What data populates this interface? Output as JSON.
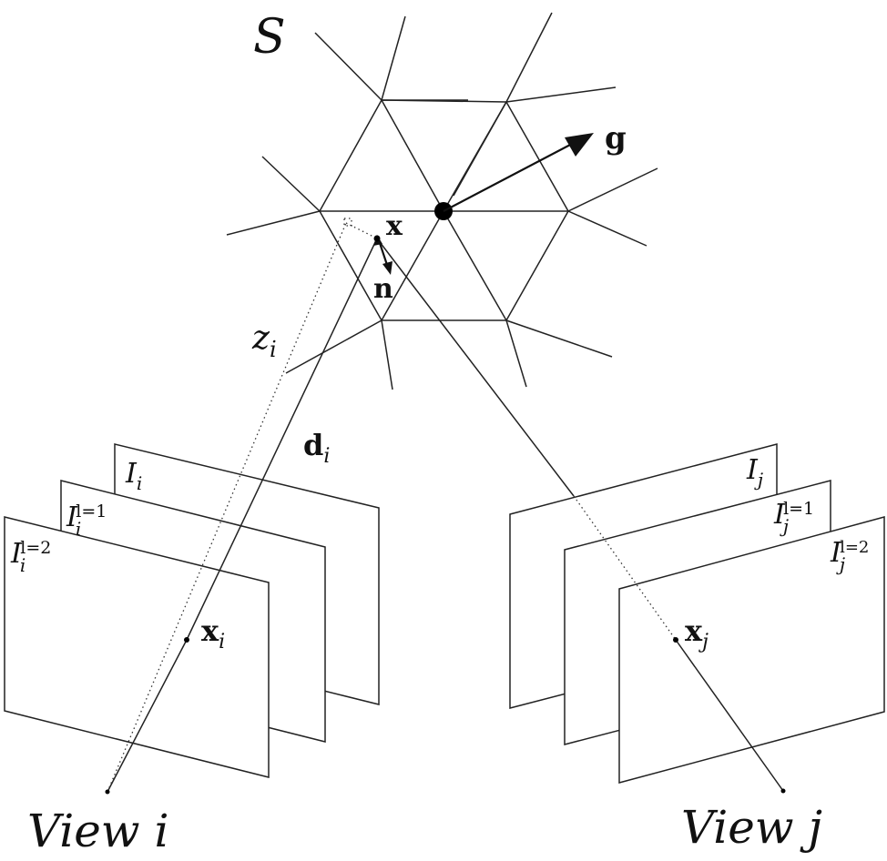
{
  "labels": {
    "surface": "S",
    "point": "x",
    "normal": "n",
    "gradient": "g",
    "depth": "z",
    "depth_sub": "i",
    "ray": "d",
    "ray_sub": "i",
    "proj_i": "x",
    "proj_i_sub": "i",
    "proj_j": "x",
    "proj_j_sub": "j",
    "img_i_base": "I",
    "img_i_sub": "i",
    "img_j_base": "I",
    "img_j_sub": "j",
    "level1": "l=1",
    "level2": "l=2",
    "view_i": "View i",
    "view_j": "View j"
  }
}
